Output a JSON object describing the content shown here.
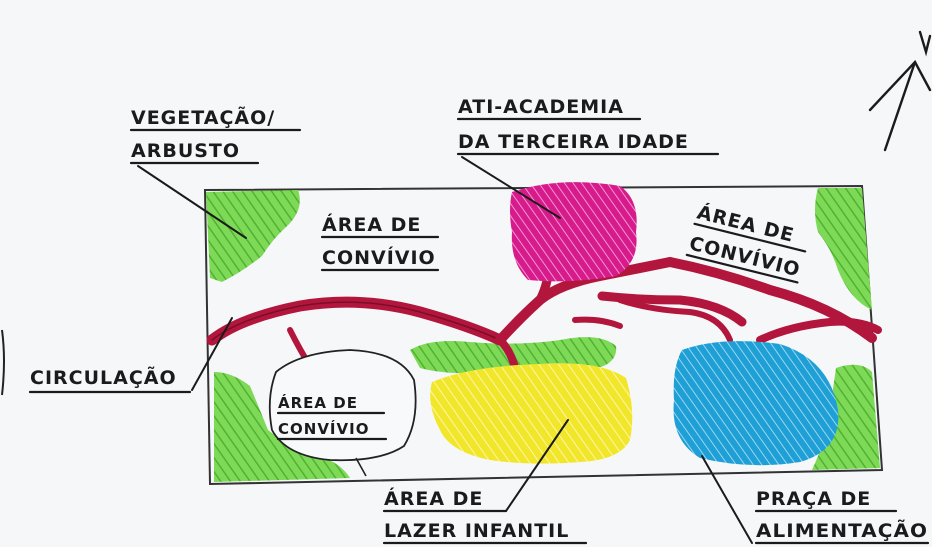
{
  "labels": {
    "vegetacao_line1": "VEGETAÇÃO/",
    "vegetacao_line2": "ARBUSTO",
    "ati_line1": "ATI-ACADEMIA",
    "ati_line2": "DA TERCEIRA IDADE",
    "convivio_left_line1": "ÁREA DE",
    "convivio_left_line2": "CONVÍVIO",
    "convivio_right_line1": "ÁREA DE",
    "convivio_right_line2": "CONVÍVIO",
    "convivio_center_line1": "ÁREA DE",
    "convivio_center_line2": "CONVÍVIO",
    "circulacao": "CIRCULAÇÃO",
    "lazer_line1": "ÁREA DE",
    "lazer_line2": "LAZER INFANTIL",
    "praca_line1": "PRAÇA DE",
    "praca_line2": "ALIMENTAÇÃO"
  },
  "colors": {
    "vegetation": "#7ed957",
    "circulation": "#b3163c",
    "academia": "#d81b8c",
    "playground": "#f2e62a",
    "food_court": "#1e9fd6",
    "ink": "#1b1b1b"
  },
  "icons": {
    "north_arrow": "north-arrow-icon"
  }
}
